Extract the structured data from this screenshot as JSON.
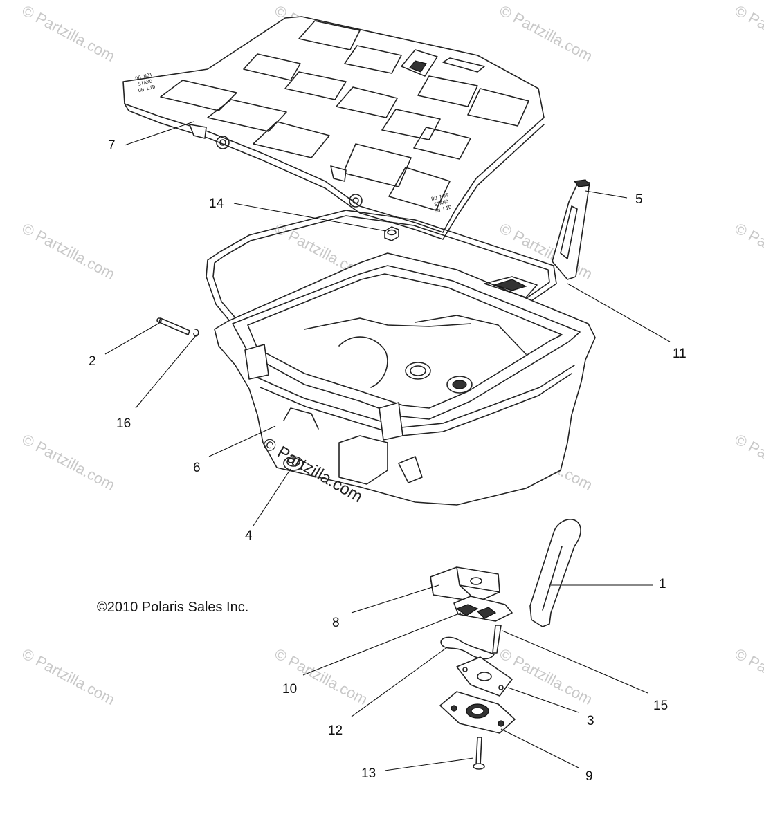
{
  "watermark": {
    "text": "© Partzilla.com",
    "center_text": "© Partzilla.com"
  },
  "copyright": "©2010 Polaris Sales Inc.",
  "lid_stamp": [
    "DO NOT",
    "STAND",
    "ON LID"
  ],
  "callouts": [
    "1",
    "2",
    "3",
    "4",
    "5",
    "6",
    "7",
    "8",
    "9",
    "10",
    "11",
    "12",
    "13",
    "14",
    "15",
    "16"
  ]
}
